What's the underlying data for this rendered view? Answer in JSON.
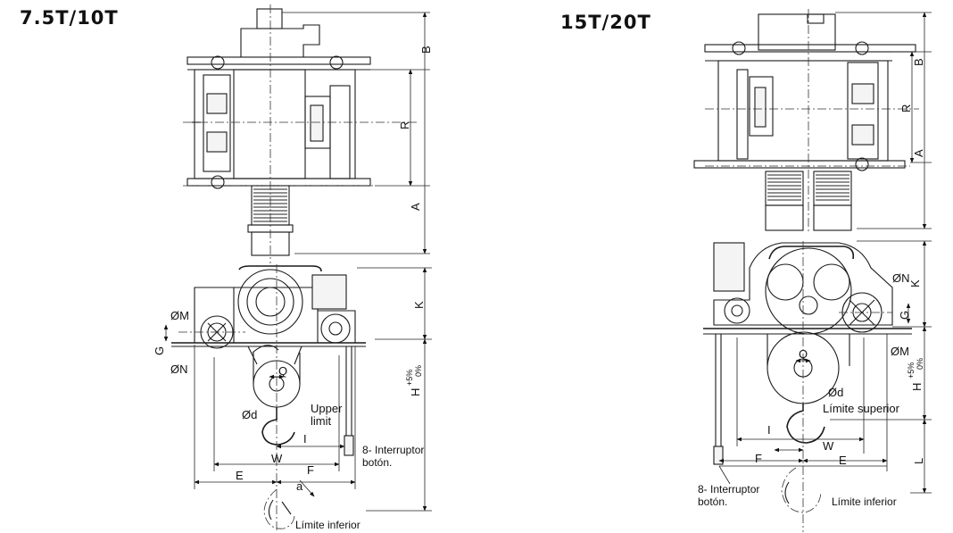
{
  "diagram": {
    "left_title": "7.5T/10T",
    "right_title": "15T/20T",
    "dimension_labels": {
      "B": "B",
      "R": "R",
      "A": "A",
      "K": "K",
      "G": "G",
      "H": "H",
      "H_tol_plus": "+5%",
      "H_tol_zero": "0%",
      "Q": "Q",
      "I": "I",
      "W": "W",
      "E": "E",
      "F": "F",
      "L": "L",
      "a": "a",
      "phi_M": "ØM",
      "phi_N": "ØN",
      "phi_d": "Ød"
    },
    "left_annotations": {
      "upper_limit_line1": "Upper",
      "upper_limit_line2": "limit",
      "switch_line1": "8- Interruptor",
      "switch_line2": "botón.",
      "lower_limit": "Límite inferior"
    },
    "right_annotations": {
      "upper_limit": "Límite superior",
      "switch_line1": "8- Interruptor",
      "switch_line2": "botón.",
      "lower_limit": "Límite inferior"
    }
  }
}
